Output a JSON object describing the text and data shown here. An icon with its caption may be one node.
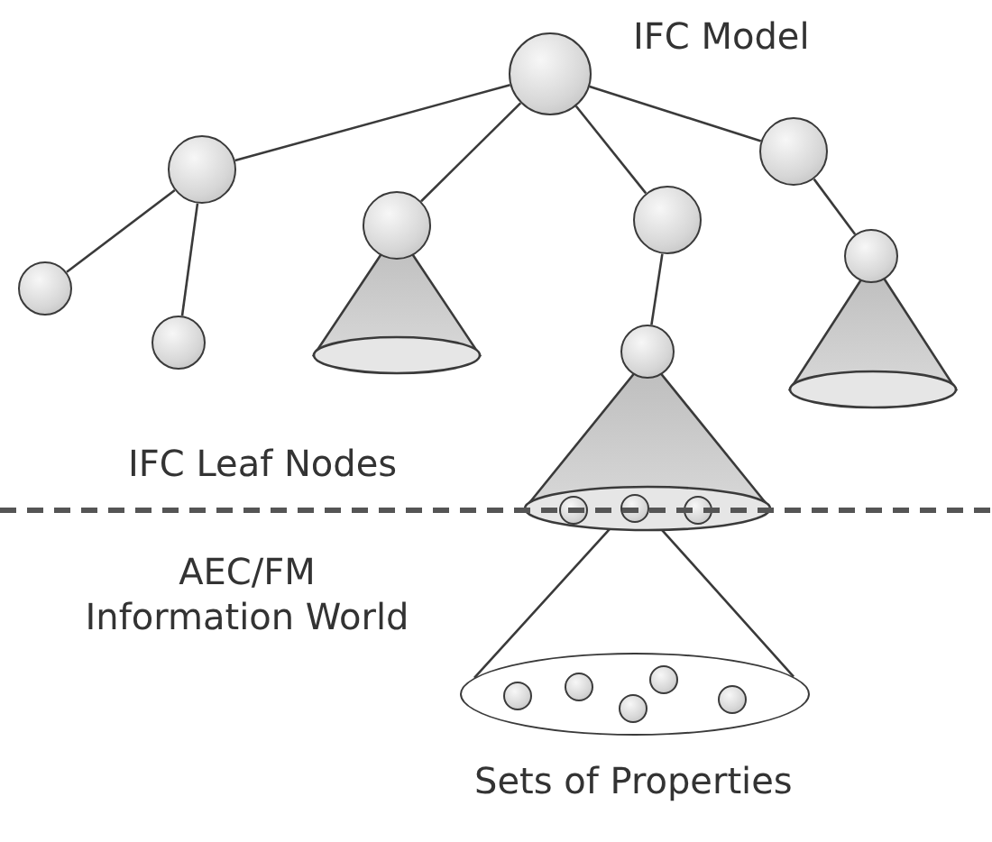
{
  "diagram": {
    "nodes": [
      {
        "text": [],
        "shape": "circle"
      },
      {
        "text": [],
        "shape": "circle"
      },
      {
        "text": [],
        "shape": "circle"
      },
      {
        "text": [],
        "shape": "cone"
      },
      {
        "text": [],
        "shape": "circle"
      },
      {
        "text": [],
        "shape": "circle"
      },
      {
        "text": [],
        "shape": "circle"
      },
      {
        "text": [],
        "shape": "circle"
      },
      {
        "text": [],
        "shape": "circle"
      },
      {
        "text": [],
        "shape": "cone"
      },
      {
        "text": [],
        "shape": "circle"
      },
      {
        "text": [],
        "shape": "cone"
      },
      {
        "text": [],
        "shape": "circle",
        "in": 9
      },
      {
        "text": [],
        "shape": "circle",
        "in": 9
      },
      {
        "text": [],
        "shape": "circle",
        "in": 9
      },
      {
        "text": [],
        "shape": "ellipse",
        "beside": [
          "Sets of Properties"
        ]
      },
      {
        "text": [],
        "shape": "circle",
        "in": 15
      },
      {
        "text": [],
        "shape": "circle",
        "in": 15
      },
      {
        "text": [],
        "shape": "circle",
        "in": 15
      },
      {
        "text": [],
        "shape": "circle",
        "in": 15
      },
      {
        "text": [],
        "shape": "circle",
        "in": 15
      }
    ],
    "edges": [
      {
        "from": 0,
        "to": 1,
        "arrow": "none"
      },
      {
        "from": 0,
        "to": 2,
        "arrow": "none"
      },
      {
        "from": 0,
        "to": 4,
        "arrow": "none"
      },
      {
        "from": 0,
        "to": 5,
        "arrow": "none"
      },
      {
        "from": 1,
        "to": 6,
        "arrow": "none"
      },
      {
        "from": 1,
        "to": 7,
        "arrow": "none"
      },
      {
        "from": 4,
        "to": 8,
        "arrow": "none"
      },
      {
        "from": 5,
        "to": 10,
        "arrow": "none"
      },
      {
        "from": 9,
        "to": 15,
        "arrow": "none"
      }
    ],
    "labels": [
      "IFC Model",
      "IFC Leaf Nodes",
      "AEC/FM Information World"
    ]
  }
}
